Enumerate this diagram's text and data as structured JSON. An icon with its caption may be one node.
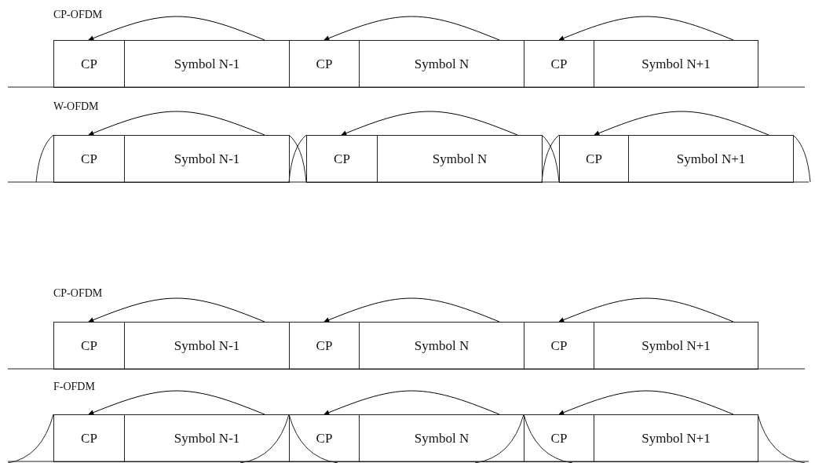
{
  "diagram": {
    "nodes": [
      {
        "text": [
          "CP"
        ]
      },
      {
        "text": [
          "Symbol N-1"
        ]
      },
      {
        "text": [
          "CP"
        ]
      },
      {
        "text": [
          "Symbol N"
        ]
      },
      {
        "text": [
          "CP"
        ]
      },
      {
        "text": [
          "Symbol N+1"
        ]
      },
      {
        "text": [
          "CP"
        ]
      },
      {
        "text": [
          "Symbol N-1"
        ]
      },
      {
        "text": [
          "CP"
        ]
      },
      {
        "text": [
          "Symbol N"
        ]
      },
      {
        "text": [
          "CP"
        ]
      },
      {
        "text": [
          "Symbol N+1"
        ]
      },
      {
        "text": [
          "CP"
        ]
      },
      {
        "text": [
          "Symbol N-1"
        ]
      },
      {
        "text": [
          "CP"
        ]
      },
      {
        "text": [
          "Symbol N"
        ]
      },
      {
        "text": [
          "CP"
        ]
      },
      {
        "text": [
          "Symbol N+1"
        ]
      },
      {
        "text": [
          "CP"
        ]
      },
      {
        "text": [
          "Symbol N-1"
        ]
      },
      {
        "text": [
          "CP"
        ]
      },
      {
        "text": [
          "Symbol N"
        ]
      },
      {
        "text": [
          "CP"
        ]
      },
      {
        "text": [
          "Symbol N+1"
        ]
      }
    ],
    "edges": [
      {
        "from": 1,
        "to": 0,
        "arrow": "to"
      },
      {
        "from": 3,
        "to": 2,
        "arrow": "to"
      },
      {
        "from": 5,
        "to": 4,
        "arrow": "to"
      },
      {
        "from": 7,
        "to": 6,
        "arrow": "to"
      },
      {
        "from": 9,
        "to": 8,
        "arrow": "to"
      },
      {
        "from": 11,
        "to": 10,
        "arrow": "to"
      },
      {
        "from": 13,
        "to": 12,
        "arrow": "to"
      },
      {
        "from": 15,
        "to": 14,
        "arrow": "to"
      },
      {
        "from": 17,
        "to": 16,
        "arrow": "to"
      },
      {
        "from": 19,
        "to": 18,
        "arrow": "to"
      },
      {
        "from": 21,
        "to": 20,
        "arrow": "to"
      },
      {
        "from": 23,
        "to": 22,
        "arrow": "to"
      }
    ],
    "labels": [
      "CP-OFDM",
      "W-OFDM",
      "CP-OFDM",
      "F-OFDM"
    ]
  }
}
